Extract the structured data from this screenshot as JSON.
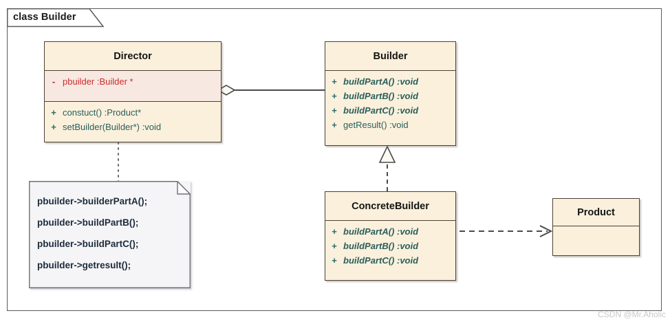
{
  "frame": {
    "label": "class Builder"
  },
  "classes": {
    "director": {
      "name": "Director",
      "attributes": [
        {
          "visibility": "-",
          "text": "pbuilder  :Builder *"
        }
      ],
      "methods": [
        {
          "visibility": "+",
          "text": "constuct()  :Product*"
        },
        {
          "visibility": "+",
          "text": "setBuilder(Builder*)  :void"
        }
      ]
    },
    "builder": {
      "name": "Builder",
      "methods": [
        {
          "visibility": "+",
          "text": "buildPartA()  :void",
          "abstract": true
        },
        {
          "visibility": "+",
          "text": "buildPartB()  :void",
          "abstract": true
        },
        {
          "visibility": "+",
          "text": "buildPartC()  :void",
          "abstract": true
        },
        {
          "visibility": "+",
          "text": "getResult()  :void",
          "abstract": false
        }
      ]
    },
    "concrete_builder": {
      "name": "ConcreteBuilder",
      "methods": [
        {
          "visibility": "+",
          "text": "buildPartA()  :void",
          "abstract": true
        },
        {
          "visibility": "+",
          "text": "buildPartB()  :void",
          "abstract": true
        },
        {
          "visibility": "+",
          "text": "buildPartC()  :void",
          "abstract": true
        }
      ]
    },
    "product": {
      "name": "Product",
      "methods": []
    }
  },
  "note": {
    "lines": [
      "pbuilder->builderPartA();",
      "pbuilder->buildPartB();",
      "pbuilder->buildPartC();",
      "pbuilder->getresult();"
    ]
  },
  "relations": [
    {
      "name": "aggregation-director-builder",
      "type": "aggregation",
      "from": "Builder",
      "to": "Director",
      "style": "solid",
      "end_marker": "hollow-diamond"
    },
    {
      "name": "realization-concretebuilder-builder",
      "type": "realization",
      "from": "ConcreteBuilder",
      "to": "Builder",
      "style": "dashed",
      "end_marker": "hollow-triangle"
    },
    {
      "name": "dependency-concretebuilder-product",
      "type": "dependency",
      "from": "ConcreteBuilder",
      "to": "Product",
      "style": "dashed",
      "end_marker": "open-arrow"
    },
    {
      "name": "note-anchor-director",
      "type": "note-link",
      "from": "Director",
      "to": "note",
      "style": "dotted",
      "end_marker": "none"
    }
  ],
  "watermark": "CSDN @Mr.Aholic",
  "colors": {
    "class_fill": "#faf0dc",
    "attr_fill": "#f7e9e2",
    "class_border": "#4d4034",
    "note_fill": "#f5f4f7",
    "frame_border": "#5a5a5a",
    "public_marker": "#2f6b66",
    "private_marker": "#b4232a",
    "attribute_text": "#cc2b2b",
    "method_text": "#2a5f5c",
    "watermark_text": "#c9c9c9"
  }
}
